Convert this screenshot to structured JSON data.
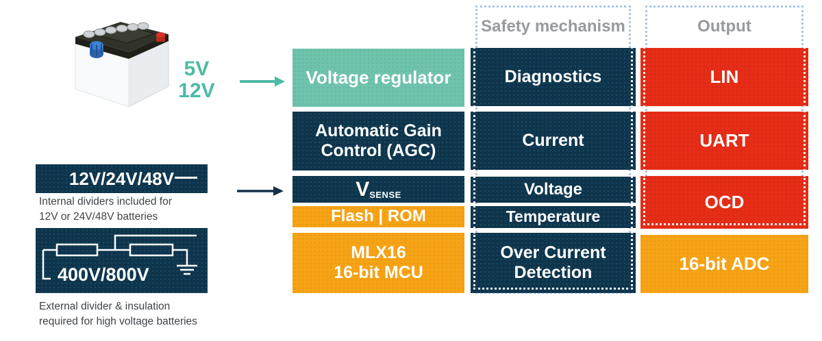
{
  "palette": {
    "navy": "#0e354c",
    "teal_block": "#6fc3ad",
    "teal_accent": "#4cbaa4",
    "orange": "#f6a315",
    "red": "#e52d17",
    "dash_blue": "#a9c6e8",
    "header_gray": "#979a9e",
    "caption_gray": "#3f4449"
  },
  "source": {
    "battery_icon": "car-battery",
    "low_voltage_label": "5V\n12V",
    "internal_divider": {
      "label": "12V/24V/48V",
      "caption": "Internal dividers included for\n12V or 24V/48V batteries"
    },
    "external_divider": {
      "label": "400V/800V",
      "caption": "External divider & insulation\nrequired for high voltage batteries"
    }
  },
  "chip": {
    "blocks": [
      {
        "label": "Voltage regulator",
        "color": "teal"
      },
      {
        "label": "Automatic Gain\nControl (AGC)",
        "color": "navy"
      },
      {
        "label": "V",
        "sub": "SENSE",
        "color": "navy"
      },
      {
        "label": "Flash | ROM",
        "color": "orange"
      },
      {
        "label": "MLX16\n16-bit MCU",
        "color": "orange"
      }
    ]
  },
  "safety": {
    "header": "Safety mechanism",
    "blocks": [
      {
        "label": "Diagnostics"
      },
      {
        "label": "Current"
      },
      {
        "label": "Voltage"
      },
      {
        "label": "Temperature"
      },
      {
        "label": "Over Current\nDetection"
      }
    ]
  },
  "output": {
    "header": "Output",
    "blocks": [
      {
        "label": "LIN",
        "color": "red"
      },
      {
        "label": "UART",
        "color": "red"
      },
      {
        "label": "OCD",
        "color": "red"
      },
      {
        "label": "16-bit ADC",
        "color": "orange"
      }
    ]
  }
}
